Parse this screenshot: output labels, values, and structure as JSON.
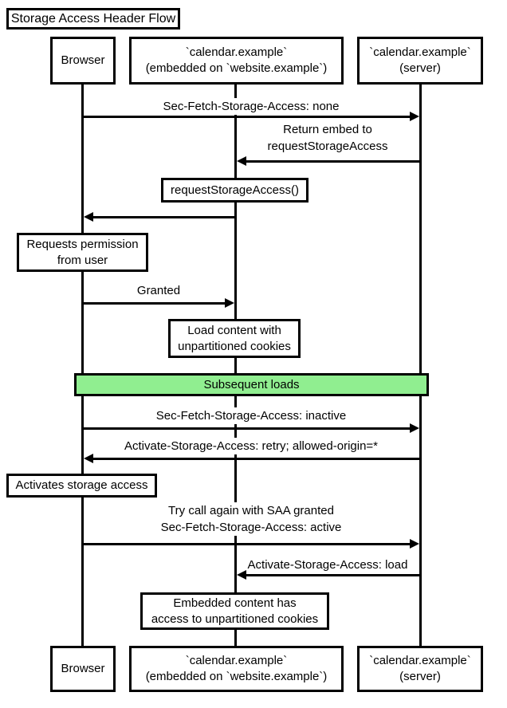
{
  "title": "Storage Access Header Flow",
  "colors": {
    "stroke": "#000000",
    "background": "#FFFFFF",
    "note_fill": "#FFFFFF",
    "divider_fill": "#90EE90"
  },
  "participants": {
    "browser": {
      "label": "Browser"
    },
    "embed": {
      "line1": "`calendar.example`",
      "line2": "(embedded on `website.example`)"
    },
    "server": {
      "line1": "`calendar.example`",
      "line2": "(server)"
    }
  },
  "messages": {
    "m1": {
      "from": "browser",
      "to": "server",
      "label": "Sec-Fetch-Storage-Access: none"
    },
    "m2": {
      "from": "server",
      "to": "embed",
      "line1": "Return embed to",
      "line2": "requestStorageAccess"
    },
    "m3": {
      "from": "embed",
      "to": "browser"
    },
    "m4": {
      "from": "browser",
      "to": "embed",
      "label": "Granted"
    },
    "m5": {
      "from": "browser",
      "to": "server",
      "label": "Sec-Fetch-Storage-Access: inactive"
    },
    "m6": {
      "from": "server",
      "to": "browser",
      "label": "Activate-Storage-Access: retry; allowed-origin=*"
    },
    "m7": {
      "from": "browser",
      "to": "server",
      "line1": "Try call again with SAA granted",
      "line2": "Sec-Fetch-Storage-Access: active"
    },
    "m8": {
      "from": "server",
      "to": "embed",
      "label": "Activate-Storage-Access: load"
    }
  },
  "notes": {
    "n1": {
      "over": "embed",
      "label": "requestStorageAccess()"
    },
    "n2": {
      "over": "browser",
      "line1": "Requests permission",
      "line2": "from user"
    },
    "n3": {
      "over": "embed",
      "line1": "Load content with",
      "line2": "unpartitioned cookies"
    },
    "n4": {
      "over": "browser",
      "label": "Activates storage access"
    },
    "n5": {
      "over": "embed",
      "line1": "Embedded content has",
      "line2": "access to unpartitioned cookies"
    }
  },
  "divider": {
    "label": "Subsequent loads"
  }
}
